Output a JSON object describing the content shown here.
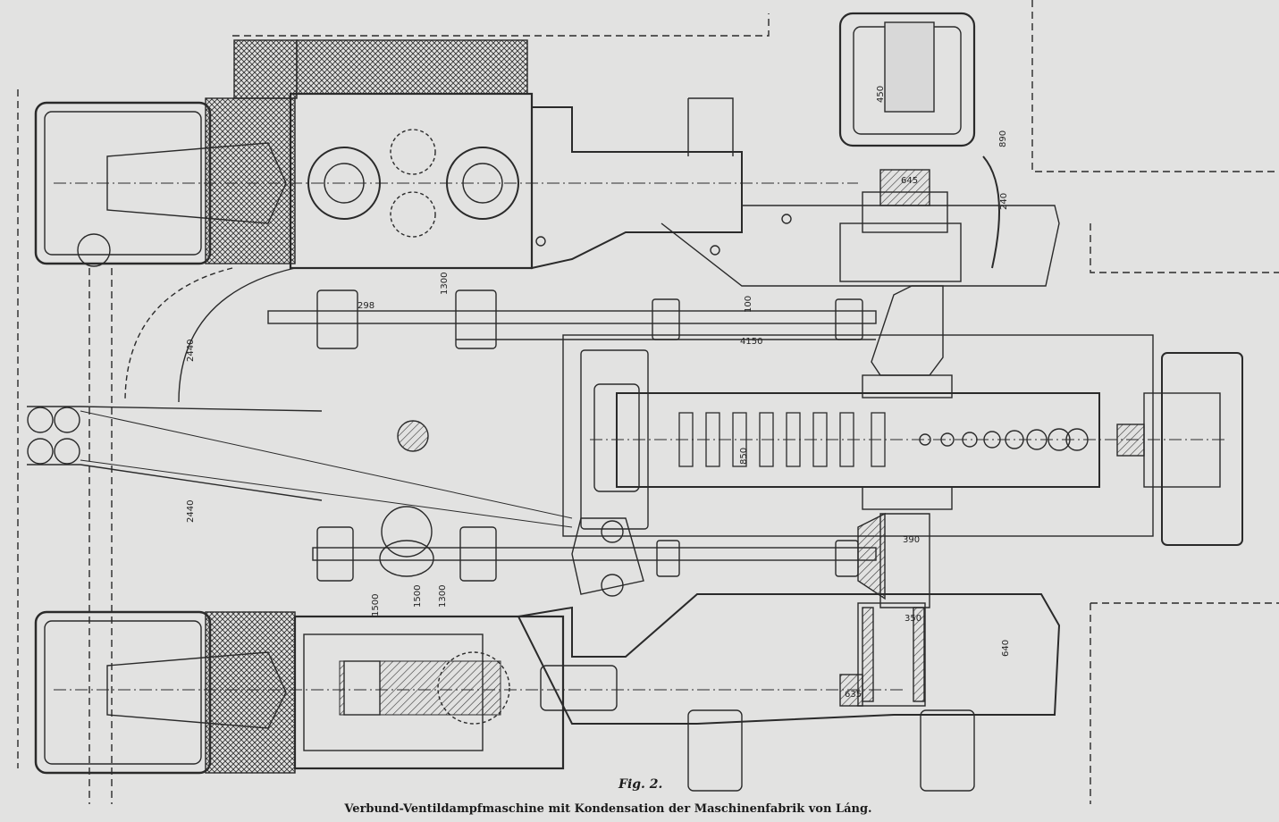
{
  "figure": {
    "label": "Fig. 2.",
    "caption": "Verbund-Ventildampfmaschine mit Kondensation der Maschinenfabrik von Láng."
  },
  "dimensions": {
    "crank_top_450": "450",
    "crank_top_890": "890",
    "crank_pin_top": "645",
    "crank_240": "240",
    "shaft_1300_top": "1300",
    "shaft_298": "298",
    "shaft_100": "100",
    "shaft_4150": "4150",
    "frame_2440_top": "2440",
    "frame_2440_bottom": "2440",
    "condenser_850": "850",
    "shaft_390": "390",
    "shaft_350": "350",
    "valve_1500_left": "1500",
    "valve_1500_right": "1500",
    "valve_1300": "1300",
    "crank_pin_bottom": "635",
    "crank_640": "640"
  },
  "colors": {
    "paper": "#e2e2e1",
    "ink": "#2a2a2a"
  }
}
